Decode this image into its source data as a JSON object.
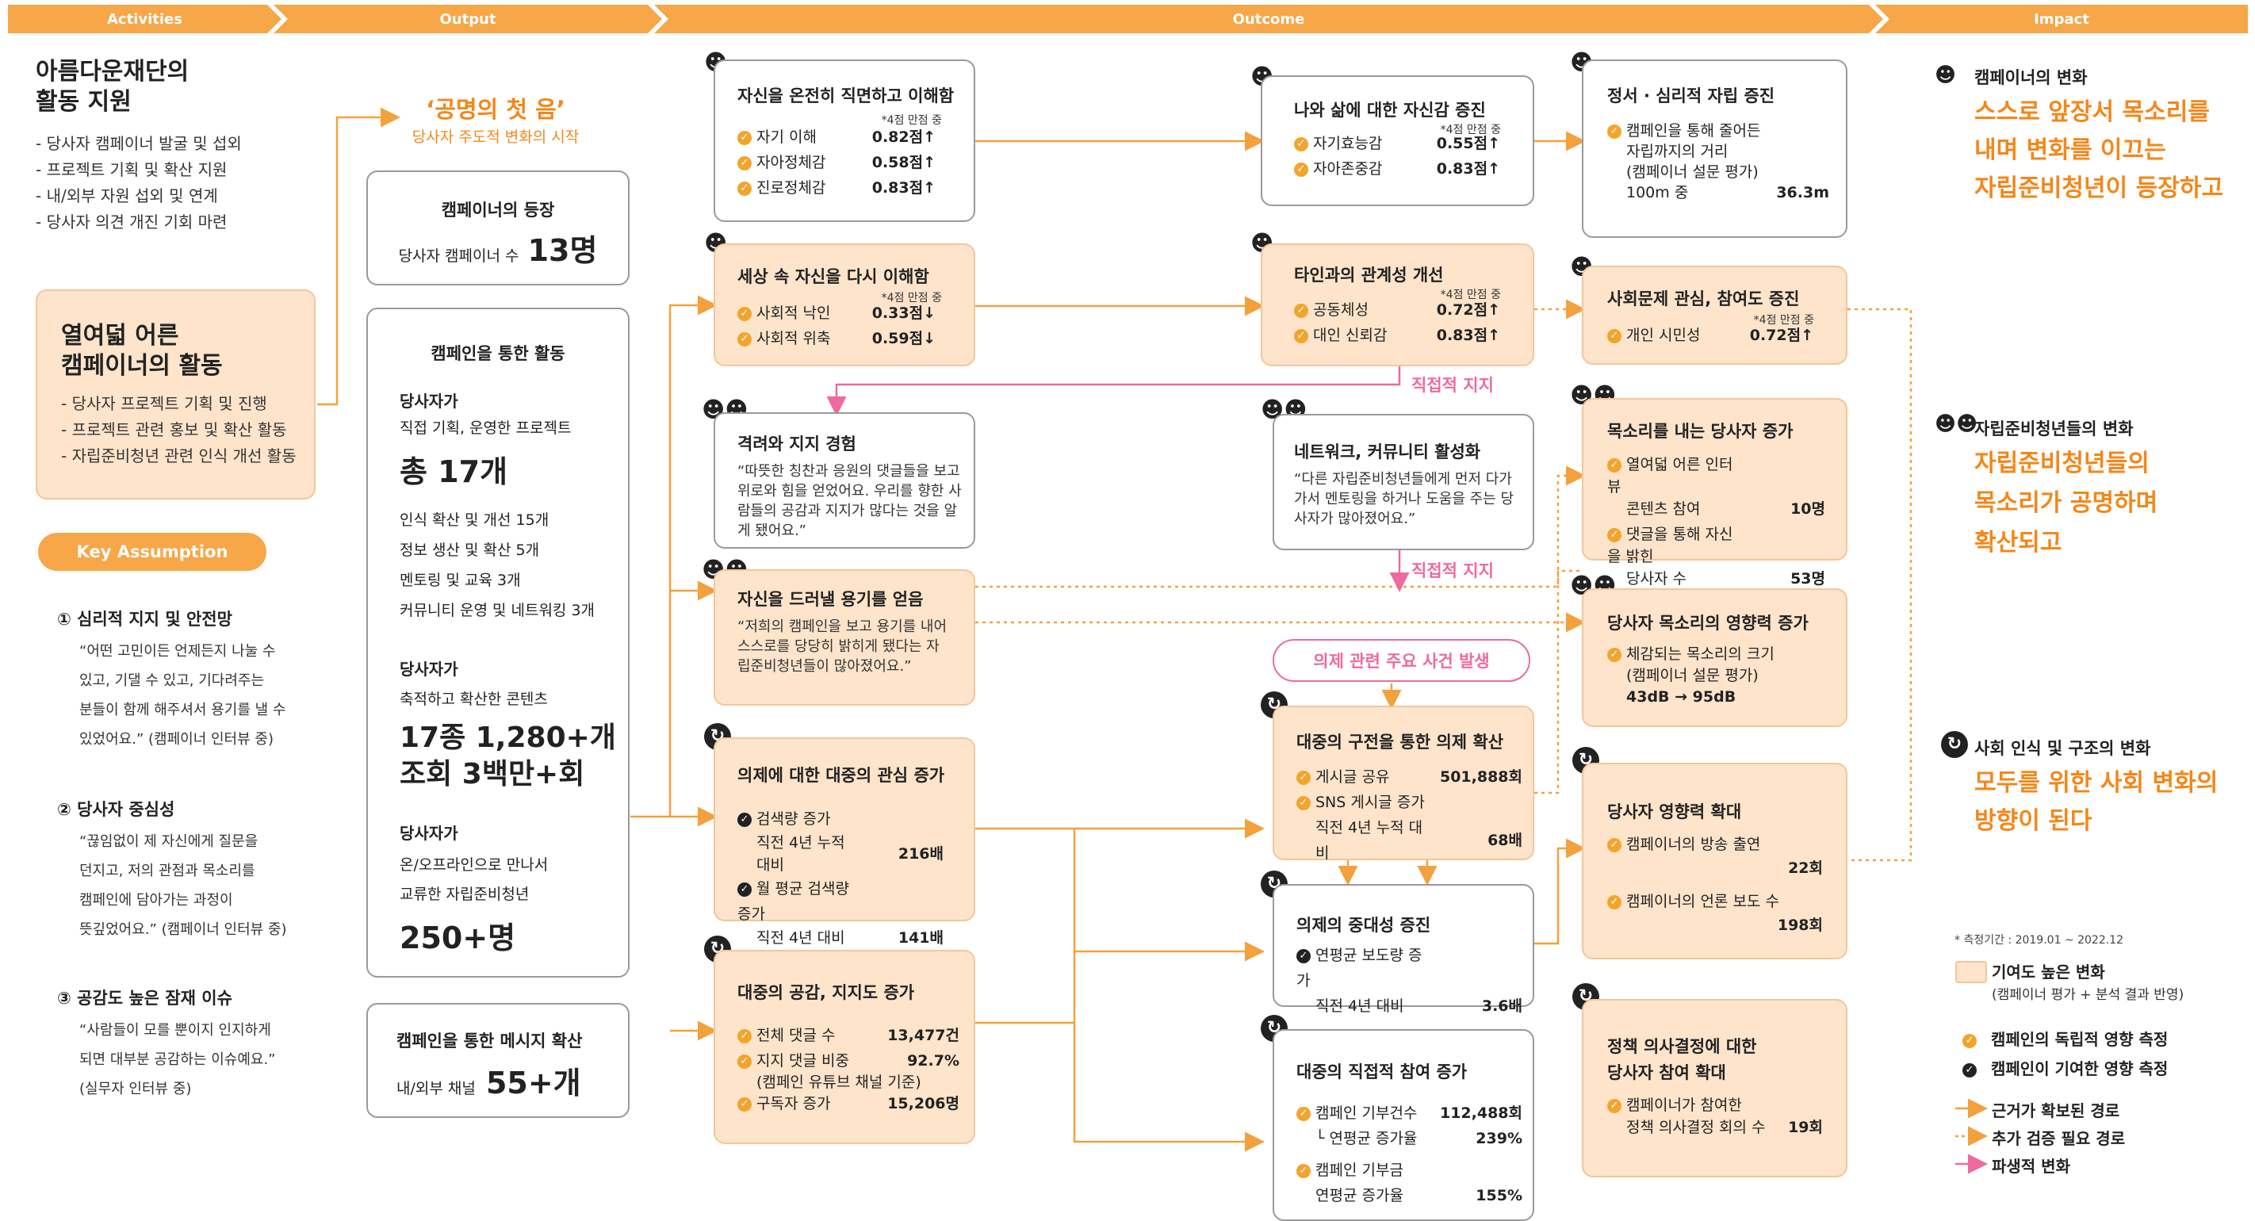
{
  "header": {
    "activities": "Activities",
    "output": "Output",
    "outcome": "Outcome",
    "impact": "Impact"
  },
  "activities": {
    "org_title": "아름다운재단의\n활동 지원",
    "org_items": [
      "- 당사자 캠페이너 발굴 및 섭외",
      "- 프로젝트 기획 및 확산 지원",
      "- 내/외부 자원 섭외 및 연계",
      "- 당사자 의견 개진 기회 마련"
    ],
    "campaign_title": "열여덟 어른\n캠페이너의 활동",
    "campaign_items": [
      "- 당사자 프로젝트 기획 및 진행",
      "- 프로젝트 관련 홍보 및 확산 활동",
      "- 자립준비청년 관련 인식 개선 활동"
    ],
    "key_assumption": "Key Assumption",
    "assumptions": [
      {
        "title": "① 심리적 지지 및 안전망",
        "lines": [
          "“어떤 고민이든 언제든지 나눌 수",
          "있고, 기댈 수 있고, 기다려주는",
          "분들이 함께 해주셔서 용기를 낼 수",
          "있었어요.” (캠페이너 인터뷰 중)"
        ]
      },
      {
        "title": "② 당사자 중심성",
        "lines": [
          "“끊임없이 제 자신에게 질문을",
          "던지고, 저의 관점과 목소리를",
          "캠페인에 담아가는 과정이",
          "뜻깊었어요.” (캠페이너 인터뷰 중)"
        ]
      },
      {
        "title": "③ 공감도 높은 잠재 이슈",
        "lines": [
          "“사람들이 모를 뿐이지 인지하게",
          "되면 대부분 공감하는 이슈예요.”",
          "(실무자 인터뷰 중)"
        ]
      }
    ]
  },
  "output": {
    "slogan": "‘공명의 첫 음’",
    "slogan_sub": "당사자 주도적 변화의 시작",
    "box1_title": "캠페이너의 등장",
    "box1_label": "당사자 캠페이너 수",
    "box1_value": "13명",
    "box2_title": "캠페인을 통한 활동",
    "box2_s1_head": "당사자가",
    "box2_s1_sub": "직접 기획, 운영한 프로젝트",
    "box2_s1_value": "총 17개",
    "box2_s1_items": [
      "인식 확산 및 개선 15개",
      "정보 생산 및 확산 5개",
      "멘토링 및 교육 3개",
      "커뮤니티 운영 및 네트워킹 3개"
    ],
    "box2_s2_head": "당사자가",
    "box2_s2_sub": "축적하고 확산한 콘텐츠",
    "box2_s2_value1": "17종 1,280+개",
    "box2_s2_value2": "조회 3백만+회",
    "box2_s3_head": "당사자가",
    "box2_s3_sub1": "온/오프라인으로 만나서",
    "box2_s3_sub2": "교류한 자립준비청년",
    "box2_s3_value": "250+명",
    "box3_title": "캠페인을 통한 메시지 확산",
    "box3_label": "내/외부 채널",
    "box3_value": "55+개"
  },
  "outcome": {
    "note4": "*4점 만점 중",
    "c1": {
      "title": "자신을 온전히 직면하고 이해함",
      "rows": [
        [
          "자기 이해",
          "0.82점↑"
        ],
        [
          "자아정체감",
          "0.58점↑"
        ],
        [
          "진로정체감",
          "0.83점↑"
        ]
      ]
    },
    "c2": {
      "title": "세상 속 자신을 다시 이해함",
      "rows": [
        [
          "사회적 낙인",
          "0.33점↓"
        ],
        [
          "사회적 위축",
          "0.59점↓"
        ]
      ]
    },
    "c3": {
      "title": "격려와 지지 경험",
      "quote": "“따뜻한 칭찬과 응원의 댓글들을 보고 위로와 힘을 얻었어요. 우리를 향한 사람들의 공감과 지지가 많다는 것을 알게 됐어요.”"
    },
    "c4": {
      "title": "자신을 드러낼 용기를 얻음",
      "quote": "“저희의 캠페인을 보고 용기를 내어 스스로를 당당히 밝히게 됐다는 자립준비청년들이 많아졌어요.”"
    },
    "c5": {
      "title": "의제에 대한 대중의 관심 증가",
      "rows": [
        [
          "검색량 증가",
          ""
        ],
        [
          "직전 4년 누적 대비",
          "216배"
        ],
        [
          "월 평균 검색량 증가",
          ""
        ],
        [
          "직전 4년 대비",
          "141배"
        ]
      ]
    },
    "c6": {
      "title": "대중의 공감, 지지도 증가",
      "rows": [
        [
          "전체 댓글 수",
          "13,477건"
        ],
        [
          "지지 댓글 비중",
          "92.7%"
        ],
        [
          "(캠페인 유튜브 채널 기준)",
          ""
        ],
        [
          "구독자 증가",
          "15,206명"
        ]
      ]
    },
    "d1": {
      "title": "나와 삶에 대한 자신감 증진",
      "rows": [
        [
          "자기효능감",
          "0.55점↑"
        ],
        [
          "자아존중감",
          "0.83점↑"
        ]
      ]
    },
    "d2": {
      "title": "타인과의 관계성 개선",
      "rows": [
        [
          "공동체성",
          "0.72점↑"
        ],
        [
          "대인 신뢰감",
          "0.83점↑"
        ]
      ]
    },
    "d3": {
      "title": "네트워크, 커뮤니티 활성화",
      "quote": "“다른 자립준비청년들에게 먼저 다가가서 멘토링을 하거나 도움을 주는 당사자가 많아졌어요.”"
    },
    "d_event": "의제 관련 주요 사건 발생",
    "d4": {
      "title": "대중의 구전을 통한 의제 확산",
      "rows": [
        [
          "게시글 공유",
          "501,888회"
        ],
        [
          "SNS 게시글 증가",
          ""
        ],
        [
          "직전 4년 누적 대비",
          "68배"
        ]
      ]
    },
    "d5": {
      "title": "의제의 중대성 증진",
      "rows": [
        [
          "연평균 보도량 증가",
          ""
        ],
        [
          "직전 4년 대비",
          "3.6배"
        ]
      ]
    },
    "d6": {
      "title": "대중의 직접적 참여 증가",
      "rows": [
        [
          "캠페인 기부건수",
          "112,488회"
        ],
        [
          "└ 연평균 증가율",
          "239%"
        ],
        [
          "캠페인 기부금",
          ""
        ],
        [
          "연평균 증가율",
          "155%"
        ]
      ]
    },
    "support1": "직접적 지지",
    "support2": "직접적 지지",
    "e1": {
      "title": "정서 · 심리적 자립 증진",
      "lines": [
        "캠페인을 통해 줄어든",
        "자립까지의 거리",
        "(캠페이너 설문 평가)"
      ],
      "from": "100m 중",
      "value": "36.3m"
    },
    "e2": {
      "title": "사회문제 관심, 참여도 증진",
      "rows": [
        [
          "개인 시민성",
          "0.72점↑"
        ]
      ]
    },
    "e3": {
      "title": "목소리를 내는 당사자 증가",
      "rows": [
        [
          "열여덟 어른 인터뷰",
          ""
        ],
        [
          "콘텐츠 참여",
          "10명"
        ],
        [
          "댓글을 통해 자신을 밝힌",
          ""
        ],
        [
          "당사자 수",
          "53명"
        ]
      ]
    },
    "e4": {
      "title": "당사자 목소리의 영향력 증가",
      "lines": [
        "체감되는 목소리의 크기",
        "(캠페이너 설문 평가)"
      ],
      "value": "43dB → 95dB"
    },
    "e5": {
      "title": "당사자 영향력 확대",
      "rows": [
        [
          "캠페이너의 방송 출연",
          ""
        ],
        [
          "",
          "22회"
        ],
        [
          "캠페이너의 언론 보도 수",
          ""
        ],
        [
          "",
          "198회"
        ]
      ]
    },
    "e6": {
      "title": "정책 의사결정에 대한\n당사자 참여 확대",
      "rows": [
        [
          "캠페이너가 참여한",
          ""
        ],
        [
          "정책 의사결정 회의 수",
          "19회"
        ]
      ]
    }
  },
  "impact": {
    "i1_head": "캠페이너의 변화",
    "i1_lines": [
      "스스로 앞장서 목소리를",
      "내며 변화를 이끄는",
      "자립준비청년이 등장하고"
    ],
    "i2_head": "자립준비청년들의 변화",
    "i2_lines": [
      "자립준비청년들의",
      "목소리가 공명하며",
      "확산되고"
    ],
    "i3_head": "사회 인식 및 구조의 변화",
    "i3_lines": [
      "모두를 위한 사회 변화의",
      "방향이 된다"
    ],
    "legend_period": "* 측정기간 : 2019.01 ~ 2022.12",
    "legend_box": "기여도 높은 변화",
    "legend_box_sub": "(캠페이너 평가 + 분석 결과 반영)",
    "legend_check1": "캠페인의 독립적 영향 측정",
    "legend_check2": "캠페인이 기여한 영향 측정",
    "legend_line1": "근거가 확보된 경로",
    "legend_line2": "추가 검증 필요 경로",
    "legend_line3": "파생적 변화"
  },
  "colors": {
    "accent": "#f7a648",
    "orange_text": "#f3871a",
    "box_fill": "#fde4cb",
    "pink": "#ee6aa0"
  }
}
